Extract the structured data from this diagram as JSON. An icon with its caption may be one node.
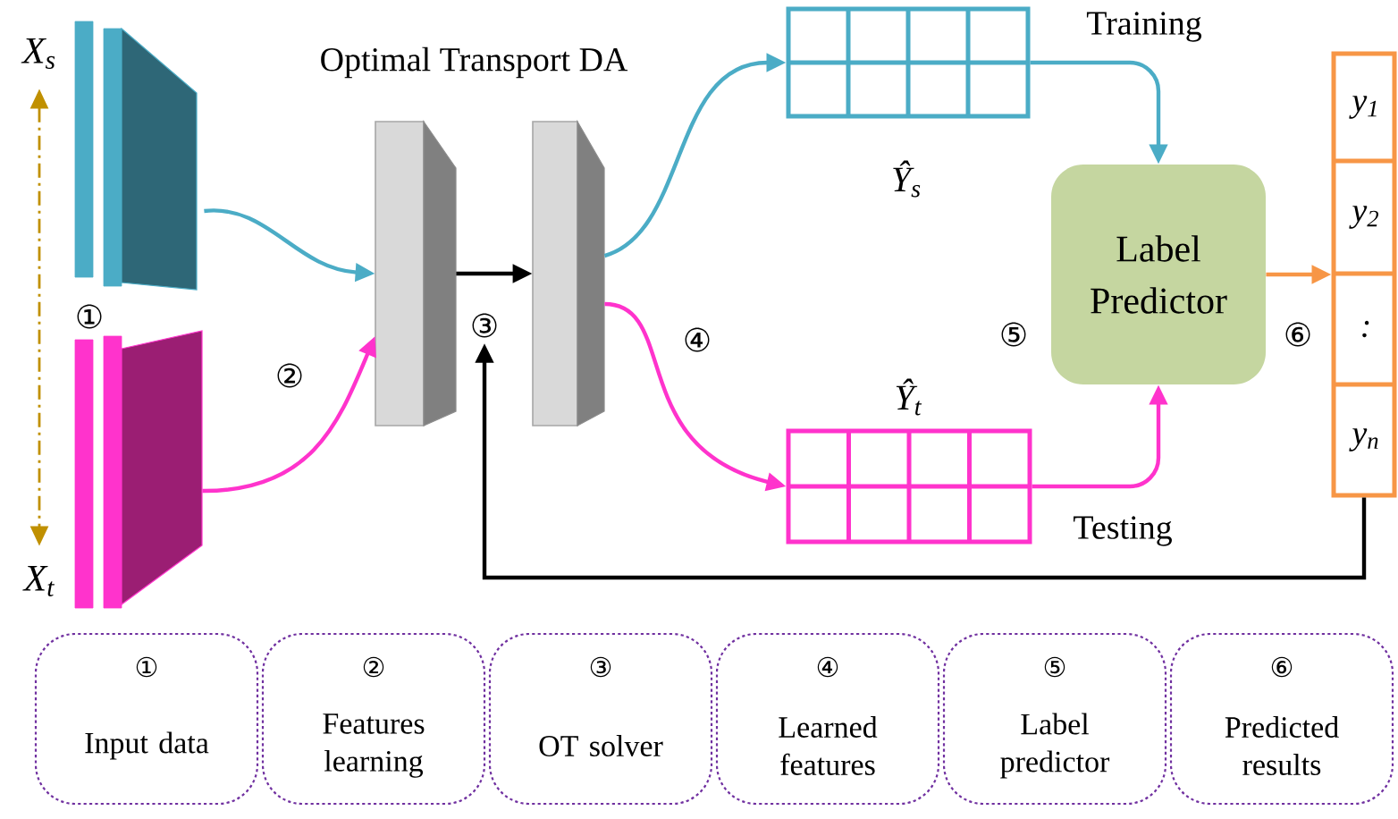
{
  "diagram": {
    "nodes": [
      {
        "text": [
          "X$_{s}$"
        ]
      },
      {
        "text": [],
        "shape": "box"
      },
      {
        "text": [],
        "shape": "box"
      },
      {
        "text": [
          "X$_{t}$"
        ]
      },
      {
        "text": [],
        "shape": "box"
      },
      {
        "text": [],
        "shape": "box"
      },
      {
        "text": [
          "Ŷ$_{s}$"
        ],
        "beside": [
          "Training"
        ]
      },
      {
        "text": [
          "Ŷ$_{t}$"
        ],
        "beside": [
          "Testing"
        ]
      },
      {
        "text": [
          "Label Predictor"
        ]
      },
      {
        "text": [
          "y$_{1}$",
          "y$_{2}$",
          ":",
          "y$_{n}$"
        ]
      },
      {
        "text": [
          "①",
          "Input data"
        ]
      },
      {
        "text": [
          "②",
          "Features learning"
        ]
      },
      {
        "text": [
          "③",
          "OT solver"
        ]
      },
      {
        "text": [
          "④",
          "Learned features"
        ]
      },
      {
        "text": [
          "⑤",
          "Label predictor"
        ]
      },
      {
        "text": [
          "⑥",
          "Predicted results"
        ]
      },
      {
        "text": [
          "③"
        ]
      }
    ],
    "edges": [
      {
        "from": 0,
        "to": 3,
        "arrow": "both",
        "style": "dashed",
        "color": "#c09000"
      },
      {
        "from": 1,
        "to": 4,
        "arrow": "to",
        "color": "#4bacc6"
      },
      {
        "from": 2,
        "to": 4,
        "arrow": "to",
        "color": "#ff33cc"
      },
      {
        "from": 4,
        "to": 5,
        "arrow": "to",
        "color": "#000000"
      },
      {
        "from": 5,
        "to": 6,
        "arrow": "to",
        "color": "#4bacc6"
      },
      {
        "from": 5,
        "to": 7,
        "arrow": "to",
        "color": "#ff33cc"
      },
      {
        "from": 6,
        "to": 8,
        "arrow": "to",
        "color": "#4bacc6"
      },
      {
        "from": 7,
        "to": 8,
        "arrow": "to",
        "color": "#ff33cc"
      },
      {
        "from": 8,
        "to": 9,
        "arrow": "to",
        "color": "#f79646"
      },
      {
        "from": 9,
        "to": 16,
        "arrow": "to",
        "color": "#000000"
      }
    ],
    "labels": [
      "Optimal Transport DA",
      "①",
      "②",
      "④",
      "⑤",
      "⑥"
    ]
  }
}
